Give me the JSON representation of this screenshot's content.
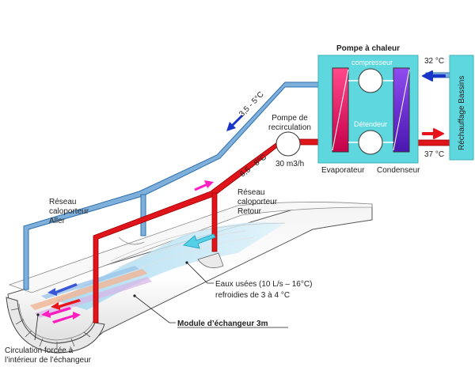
{
  "colors": {
    "cold_pipe": "#7fb0dc",
    "cold_pipe_edge": "#2d6fad",
    "hot_pipe": "#e0141b",
    "heat_pump": "#5ed8de",
    "evaporator": "#e3155c",
    "condenser": "#6f2bd6",
    "exchanger_water": "#bfe6f5",
    "arrow_blue": "#1835c8",
    "arrow_red": "#e8141b",
    "arrow_pink": "#ff1fc0",
    "arrow_cyan": "#55d0e6"
  },
  "heat_pump": {
    "title": "Pompe à chaleur",
    "compressor": "compresseur",
    "expansion": "Détendeur",
    "evaporator": "Evaporateur",
    "condenser": "Condenseur"
  },
  "pool": {
    "label": "Réchauffage Bassins",
    "temp_in": "32 °C",
    "temp_out": "37 °C"
  },
  "pump": {
    "label_1": "Pompe de",
    "label_2": "recirculation",
    "flow": "30 m3/h"
  },
  "cold_line": {
    "temp": "3,5 - 5°C",
    "label_1": "Réseau",
    "label_2": "caloporteur",
    "label_3": "Aller"
  },
  "hot_line": {
    "temp": "6,5 - 8°C",
    "label_1": "Réseau",
    "label_2": "caloporteur",
    "label_3": "Retour"
  },
  "wastewater": {
    "line_1": "Eaux usées (10 L/s – 16°C)",
    "line_2": "refroidies de 3 à 4 °C"
  },
  "module": {
    "label": "Module d’échangeur 3m"
  },
  "circulation": {
    "line_1": "Circulation forcée à",
    "line_2": "l’intérieur de l’échangeur"
  }
}
